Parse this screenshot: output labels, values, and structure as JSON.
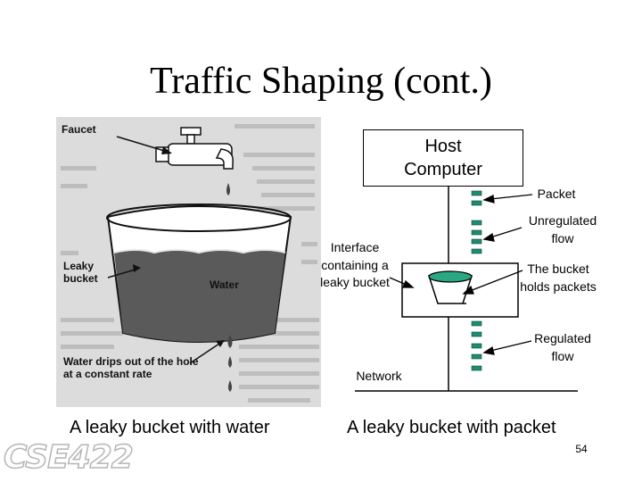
{
  "title": "Traffic Shaping (cont.)",
  "left_panel": {
    "labels": {
      "faucet": "Faucet",
      "leaky_bucket": "Leaky bucket",
      "water": "Water",
      "drips": "Water drips out of the hole at a constant rate"
    },
    "caption": "A leaky bucket with water"
  },
  "right_panel": {
    "host": "Host Computer",
    "packet": "Packet",
    "unregulated": "Unregulated flow",
    "interface": "Interface containing a leaky bucket",
    "holds": "The bucket holds packets",
    "regulated": "Regulated flow",
    "network": "Network",
    "caption": "A leaky bucket with packet"
  },
  "colors": {
    "packet": "#1e8c72",
    "bucket_fill": "#2aa884",
    "water": "#5a5a5a"
  },
  "page_number": "54",
  "logo_text": "CSE422"
}
